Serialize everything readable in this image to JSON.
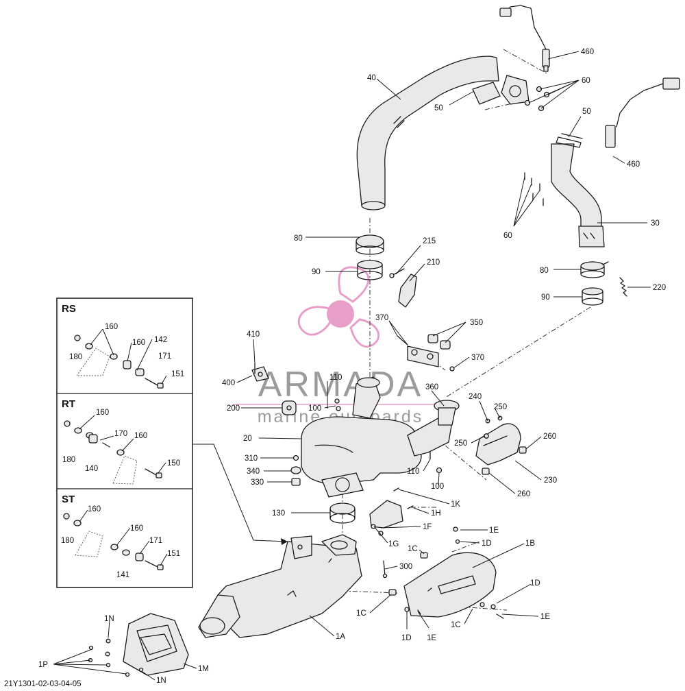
{
  "diagram_id": "21Y1301-02-03-04-05",
  "watermark": {
    "brand": "ARMADA",
    "tagline": "marine outboards",
    "logo_color": "#e38fc0",
    "text_color": "#8a8a8a"
  },
  "callouts": {
    "c460a": "460",
    "c460b": "460",
    "c60a": "60",
    "c60b": "60",
    "c40": "40",
    "c50a": "50",
    "c50b": "50",
    "c30": "30",
    "c80a": "80",
    "c80b": "80",
    "c90a": "90",
    "c90b": "90",
    "c215": "215",
    "c210": "210",
    "c220": "220",
    "c370a": "370",
    "c370b": "370",
    "c350": "350",
    "c410": "410",
    "c400": "400",
    "c110a": "110",
    "c110b": "110",
    "c200": "200",
    "c100a": "100",
    "c100b": "100",
    "c360": "360",
    "c240": "240",
    "c250a": "250",
    "c250b": "250",
    "c260a": "260",
    "c260b": "260",
    "c20": "20",
    "c310": "310",
    "c340": "340",
    "c330": "330",
    "c230": "230",
    "c1K": "1K",
    "c1H": "1H",
    "c1F": "1F",
    "c1G": "1G",
    "c130": "130",
    "c1E1": "1E",
    "c1D1": "1D",
    "c1C1": "1C",
    "c1B": "1B",
    "c300": "300",
    "c1C2": "1C",
    "c1D2": "1D",
    "c1E2": "1E",
    "c1C3": "1C",
    "c1D3": "1D",
    "c1E3": "1E",
    "c1A": "1A",
    "c1N1": "1N",
    "c1N2": "1N",
    "c1P": "1P",
    "c1M": "1M"
  },
  "boxes": {
    "rs": {
      "title": "RS",
      "labels": {
        "a": "160",
        "b": "180",
        "c": "160",
        "d": "142",
        "e": "171",
        "f": "151"
      }
    },
    "rt": {
      "title": "RT",
      "labels": {
        "a": "160",
        "b": "180",
        "c": "170",
        "d": "160",
        "e": "140",
        "f": "150"
      }
    },
    "st": {
      "title": "ST",
      "labels": {
        "a": "160",
        "b": "180",
        "c": "160",
        "d": "171",
        "e": "141",
        "f": "151"
      }
    }
  }
}
